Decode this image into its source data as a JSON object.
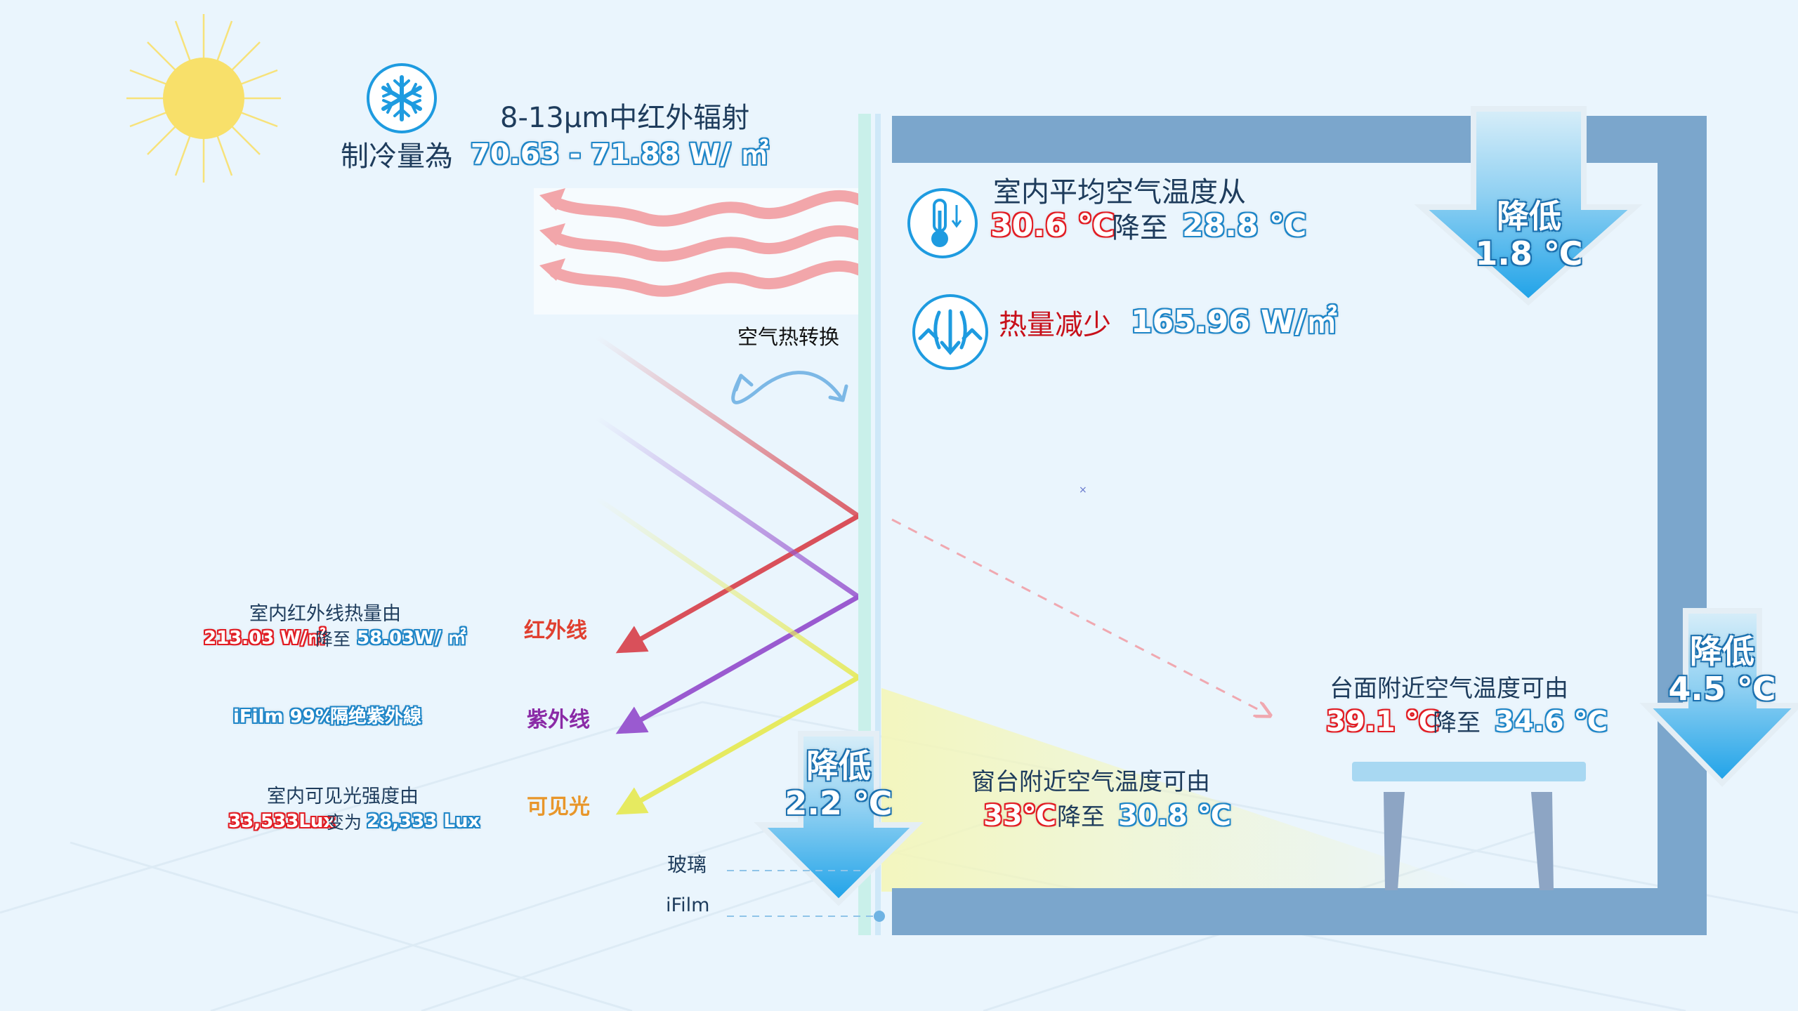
{
  "cooling": {
    "title": "8-13μm中红外辐射",
    "label": "制冷量為",
    "value": "70.63 - 71.88 W/ ㎡"
  },
  "exchange_label": "空气热转换",
  "indoor_temp": {
    "title": "室内平均空气温度从",
    "from": "30.6 ℃",
    "mid": "降至",
    "to": "28.8 ℃"
  },
  "heat": {
    "label": "热量减少",
    "value": "165.96 W/㎡"
  },
  "ceiling_drop": {
    "line1": "降低",
    "line2": "1.8 ℃"
  },
  "wall_drop": {
    "line1": "降低",
    "line2": "4.5 ℃"
  },
  "window_drop": {
    "line1": "降低",
    "line2": "2.2 ℃"
  },
  "table_temp": {
    "title": "台面附近空气温度可由",
    "from": "39.1 ℃",
    "mid": "降至",
    "to": "34.6 ℃"
  },
  "sill_temp": {
    "title": "窗台附近空气温度可由",
    "from": "33℃",
    "mid": "降至",
    "to": "30.8 ℃"
  },
  "ir_info": {
    "title": "室内红外线热量由",
    "from": "213.03 W/㎡",
    "mid": "降至",
    "to": "58.03W/ ㎡"
  },
  "uv_info": {
    "value": "iFilm 99%",
    "text": "隔绝紫外線"
  },
  "vis_info": {
    "title": "室内可见光强度由",
    "from": "33,533Lux",
    "mid": "变为",
    "to": "28,333 Lux"
  },
  "rays": {
    "ir": "红外线",
    "uv": "紫外线",
    "vis": "可见光"
  },
  "glass_labels": {
    "glass": "玻璃",
    "film": "iFilm"
  },
  "colors": {
    "room_frame": "#7ba6cc",
    "background": "#eaf5fd",
    "arrow_blue": "#2ea8e8",
    "ir_ray": "#d9505a",
    "uv_ray": "#9a5ad0",
    "vis_ray": "#e6ea60",
    "hot_value": "#e21d24",
    "cool_value": "#1f86c8"
  },
  "icons": [
    "sun-icon",
    "snowflake-icon",
    "thermometer-icon",
    "heat-reduce-icon"
  ]
}
